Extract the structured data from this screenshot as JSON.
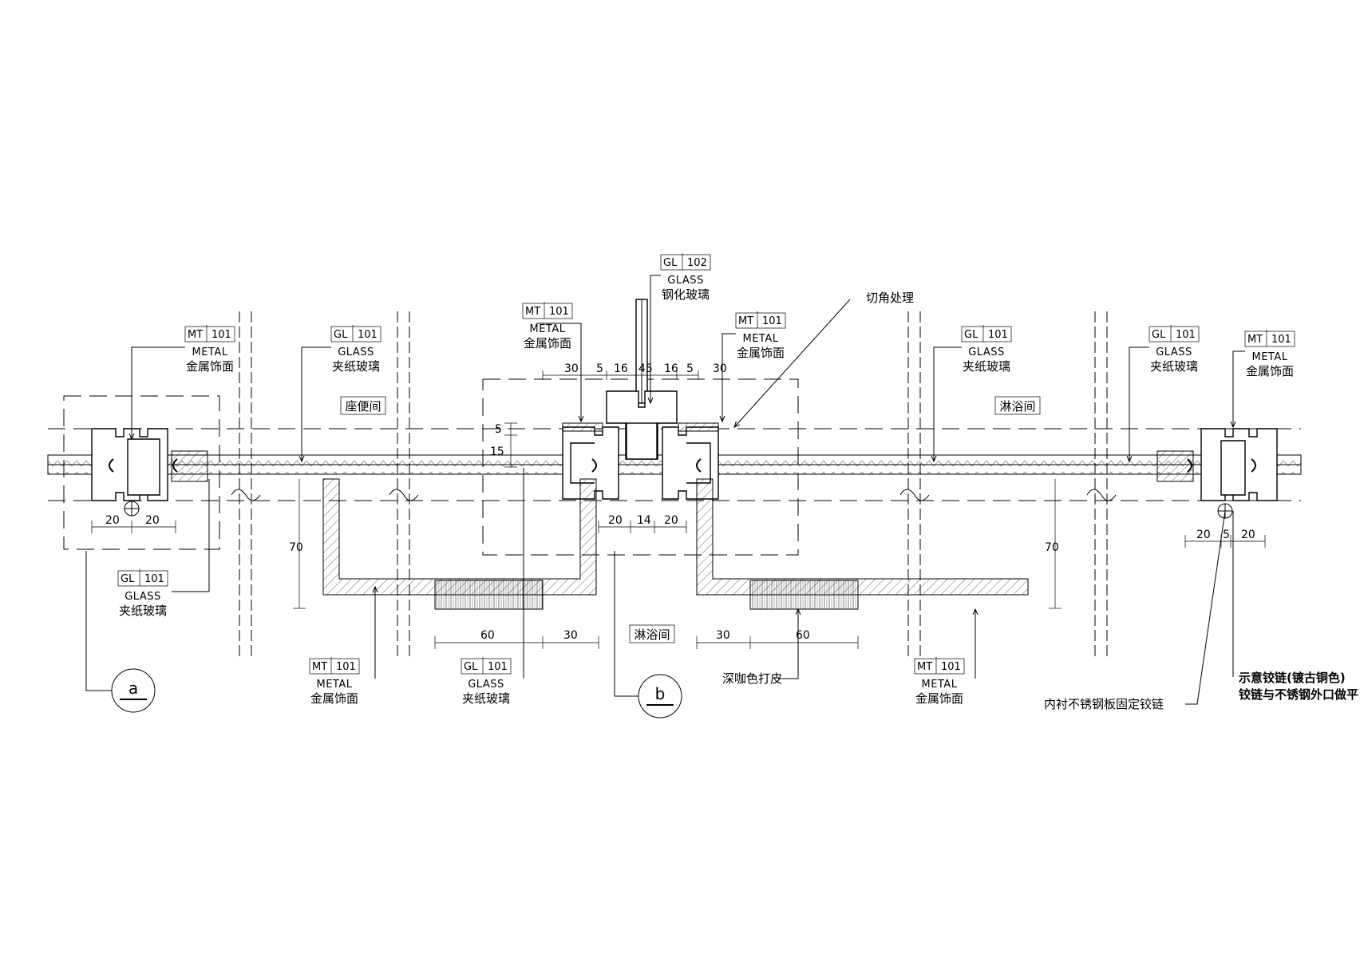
{
  "tags": {
    "mt_left": {
      "code": "MT",
      "num": "101",
      "en": "METAL",
      "cn": "金属饰面"
    },
    "gl_left": {
      "code": "GL",
      "num": "101",
      "en": "GLASS",
      "cn": "夹纸玻璃"
    },
    "gl_left_bottom": {
      "code": "GL",
      "num": "101",
      "en": "GLASS",
      "cn": "夹纸玻璃"
    },
    "mt_center_l": {
      "code": "MT",
      "num": "101",
      "en": "METAL",
      "cn": "金属饰面"
    },
    "gl_top": {
      "code": "GL",
      "num": "102",
      "en": "GLASS",
      "cn": "钢化玻璃"
    },
    "mt_center_r": {
      "code": "MT",
      "num": "101",
      "en": "METAL",
      "cn": "金属饰面"
    },
    "gl_right_mid": {
      "code": "GL",
      "num": "101",
      "en": "GLASS",
      "cn": "夹纸玻璃"
    },
    "gl_right": {
      "code": "GL",
      "num": "101",
      "en": "GLASS",
      "cn": "夹纸玻璃"
    },
    "mt_right": {
      "code": "MT",
      "num": "101",
      "en": "METAL",
      "cn": "金属饰面"
    },
    "mt_bottom_l": {
      "code": "MT",
      "num": "101",
      "en": "METAL",
      "cn": "金属饰面"
    },
    "gl_bottom_c": {
      "code": "GL",
      "num": "101",
      "en": "GLASS",
      "cn": "夹纸玻璃"
    },
    "mt_bottom_r": {
      "code": "MT",
      "num": "101",
      "en": "METAL",
      "cn": "金属饰面"
    }
  },
  "rooms": {
    "toilet": "座便间",
    "shower_right": "淋浴间",
    "shower_center": "淋浴间"
  },
  "notes": {
    "chamfer": "切角处理",
    "dark_coffee": "深咖色打皮",
    "inner_plate": "内衬不锈钢板固定铰链",
    "hinge_1": "示意铰链(镀古铜色)",
    "hinge_2": "铰链与不锈钢外口做平"
  },
  "dims": {
    "l_20a": "20",
    "l_20b": "20",
    "c_30a": "30",
    "c_5a": "5",
    "c_16a": "16",
    "c_45": "45",
    "c_16b": "16",
    "c_5b": "5",
    "c_30b": "30",
    "c_v5": "5",
    "c_v15": "15",
    "c_20a": "20",
    "c_14": "14",
    "c_20b": "20",
    "l_70": "70",
    "r_70": "70",
    "b_60a": "60",
    "b_30a": "30",
    "b_30b": "30",
    "b_60b": "60",
    "r_20a": "20",
    "r_5": "5",
    "r_20b": "20"
  },
  "section_marks": {
    "a": "a",
    "b": "b"
  }
}
